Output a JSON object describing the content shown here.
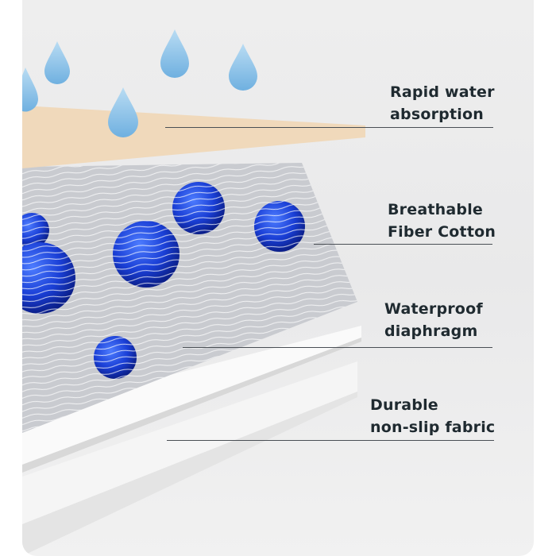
{
  "labels": [
    {
      "line1": "Rapid water",
      "line2": "absorption"
    },
    {
      "line1": "Breathable",
      "line2": "Fiber Cotton"
    },
    {
      "line1": "Waterproof",
      "line2": "diaphragm"
    },
    {
      "line1": "Durable",
      "line2": "non-slip fabric"
    }
  ],
  "colors": {
    "absorb_layer": "#f0d9bb",
    "water_drop": "#8fc3e6",
    "water_bead": "#1a3fd6",
    "text": "#1f2a30"
  }
}
